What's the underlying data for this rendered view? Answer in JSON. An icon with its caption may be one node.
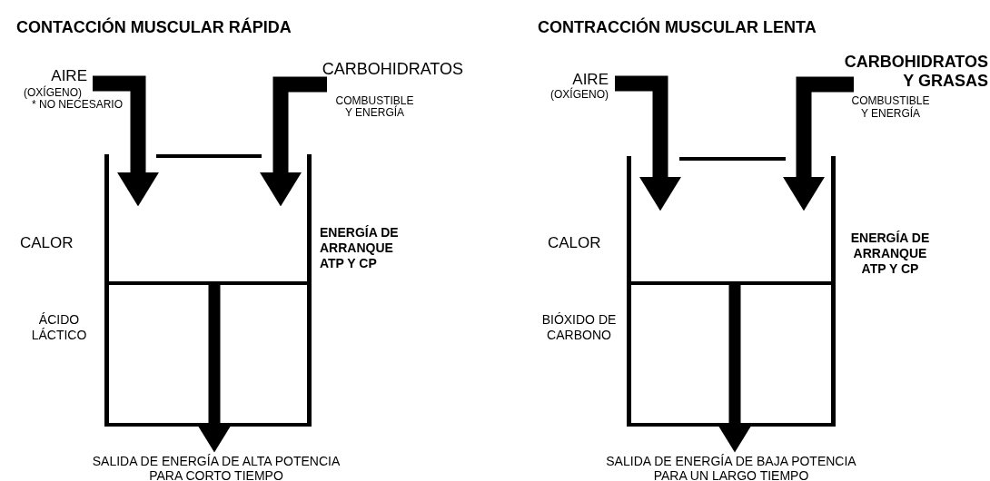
{
  "diagram": {
    "nodes": [
      {
        "text": [
          "AIRE",
          "(OXÍGENO)",
          "* NO NECESARIO"
        ]
      },
      {
        "text": [
          "CARBOHIDRATOS",
          "COMBUSTIBLE Y ENERGÍA"
        ]
      },
      {
        "text": [],
        "shape": "box",
        "beside": [
          "CALOR",
          "ENERGÍA DE ARRANQUE ATP Y CP",
          "ÁCIDO LÁCTICO"
        ]
      },
      {
        "text": [
          "SALIDA DE ENERGÍA DE ALTA POTENCIA PARA CORTO TIEMPO"
        ]
      },
      {
        "text": [
          "AIRE",
          "(OXÍGENO)"
        ]
      },
      {
        "text": [
          "CARBOHIDRATOS Y GRASAS",
          "COMBUSTIBLE Y ENERGÍA"
        ]
      },
      {
        "text": [],
        "shape": "box",
        "beside": [
          "CALOR",
          "ENERGÍA DE ARRANQUE ATP Y CP",
          "BIÓXIDO DE CARBONO"
        ]
      },
      {
        "text": [
          "SALIDA DE ENERGÍA DE BAJA POTENCIA PARA UN LARGO TIEMPO"
        ]
      }
    ],
    "edges": [
      {
        "from": 0,
        "to": 2,
        "arrow": "to"
      },
      {
        "from": 1,
        "to": 2,
        "arrow": "to"
      },
      {
        "from": 2,
        "to": 3,
        "arrow": "to"
      },
      {
        "from": 4,
        "to": 6,
        "arrow": "to"
      },
      {
        "from": 5,
        "to": 6,
        "arrow": "to"
      },
      {
        "from": 6,
        "to": 7,
        "arrow": "to"
      }
    ],
    "labels": [
      "CONTACCIÓN MUSCULAR RÁPIDA",
      "CONTRACCIÓN MUSCULAR LENTA"
    ]
  }
}
